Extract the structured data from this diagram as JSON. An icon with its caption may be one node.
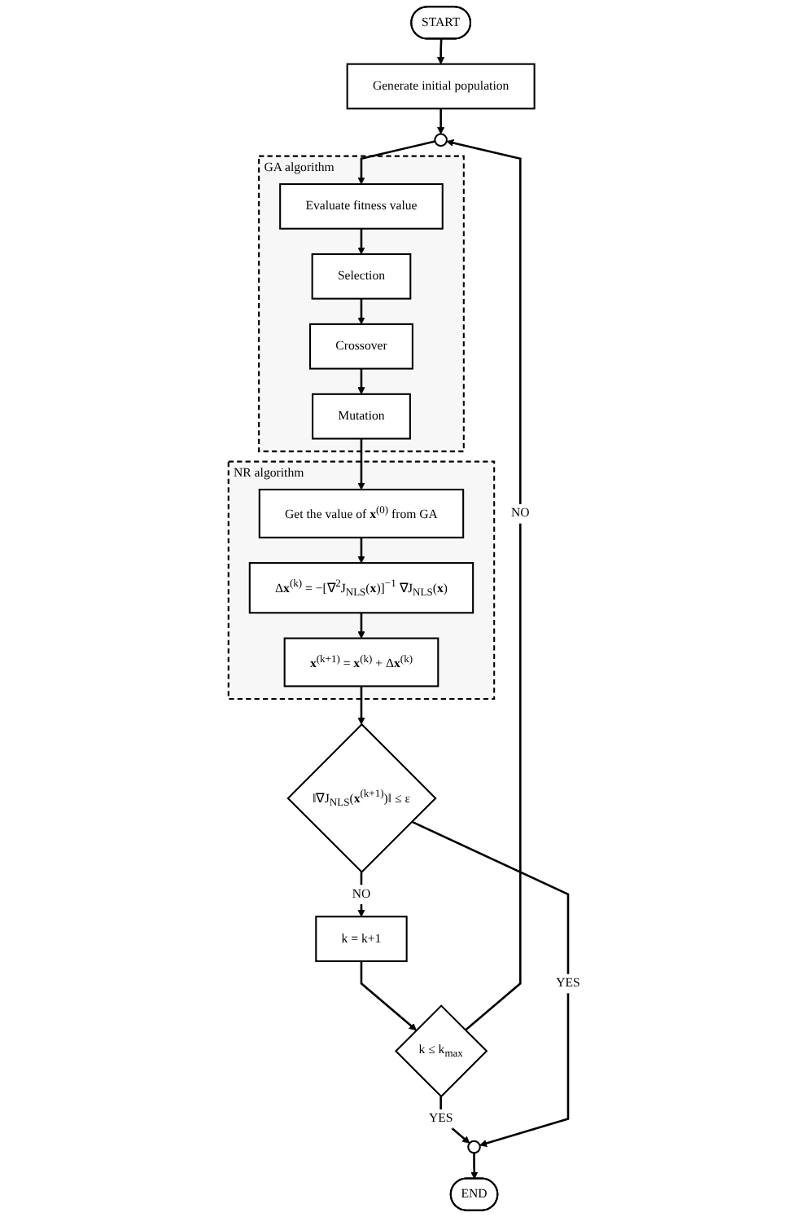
{
  "diagram": {
    "nodes": [
      {
        "text": [
          "START"
        ]
      },
      {
        "text": [
          "Generate initial population"
        ]
      },
      {
        "text": [],
        "shape": "circle"
      },
      {
        "text": [
          "GA algorithm"
        ]
      },
      {
        "text": [
          "Evaluate fitness value"
        ],
        "in": 3
      },
      {
        "text": [
          "Selection"
        ],
        "in": 3
      },
      {
        "text": [
          "Crossover"
        ],
        "in": 3
      },
      {
        "text": [
          "Mutation"
        ],
        "in": 3
      },
      {
        "text": [
          "k ≤ k$_{max}$"
        ]
      },
      {
        "text": [
          "NR algorithm"
        ]
      },
      {
        "text": [
          "Get the value of **x**$^{(0)}$ from GA"
        ],
        "in": 9
      },
      {
        "text": [
          "Δ**x**$^{(k)}$ = −[∇$^{2}$J$_{NLS}$(**x**)]$^{−1}$ ∇J$_{NLS}$(**x**)"
        ],
        "in": 9
      },
      {
        "text": [
          "**x**$^{(k+1)}$ = **x**$^{(k)}$ + Δ**x**$^{(k)}$"
        ],
        "in": 9
      },
      {
        "text": [
          "k = k+1"
        ]
      },
      {
        "text": [
          "‖∇J$_{NLS}$(**x**$^{(k+1)}$)‖ ≤ ε"
        ]
      },
      {
        "text": [],
        "shape": "circle"
      },
      {
        "text": [
          "END"
        ]
      }
    ],
    "edges": [
      {
        "from": 0,
        "to": 1,
        "arrow": "to"
      },
      {
        "from": 1,
        "to": 2,
        "arrow": "to"
      },
      {
        "from": 2,
        "to": 4,
        "arrow": "to"
      },
      {
        "from": 4,
        "to": 5,
        "arrow": "to"
      },
      {
        "from": 5,
        "to": 6,
        "arrow": "to"
      },
      {
        "from": 6,
        "to": 7,
        "arrow": "to"
      },
      {
        "from": 7,
        "to": 10,
        "arrow": "to"
      },
      {
        "from": 10,
        "to": 11,
        "arrow": "to"
      },
      {
        "from": 11,
        "to": 12,
        "arrow": "to"
      },
      {
        "from": 12,
        "to": 14,
        "arrow": "to"
      },
      {
        "from": 14,
        "to": 13,
        "arrow": "to",
        "label": "NO"
      },
      {
        "from": 13,
        "to": 8,
        "arrow": "to"
      },
      {
        "from": 8,
        "to": 2,
        "arrow": "to",
        "label": "NO"
      },
      {
        "from": 8,
        "to": 15,
        "arrow": "to",
        "label": "YES"
      },
      {
        "from": 14,
        "to": 15,
        "arrow": "to",
        "label": "YES"
      },
      {
        "from": 15,
        "to": 16,
        "arrow": "to"
      }
    ]
  }
}
